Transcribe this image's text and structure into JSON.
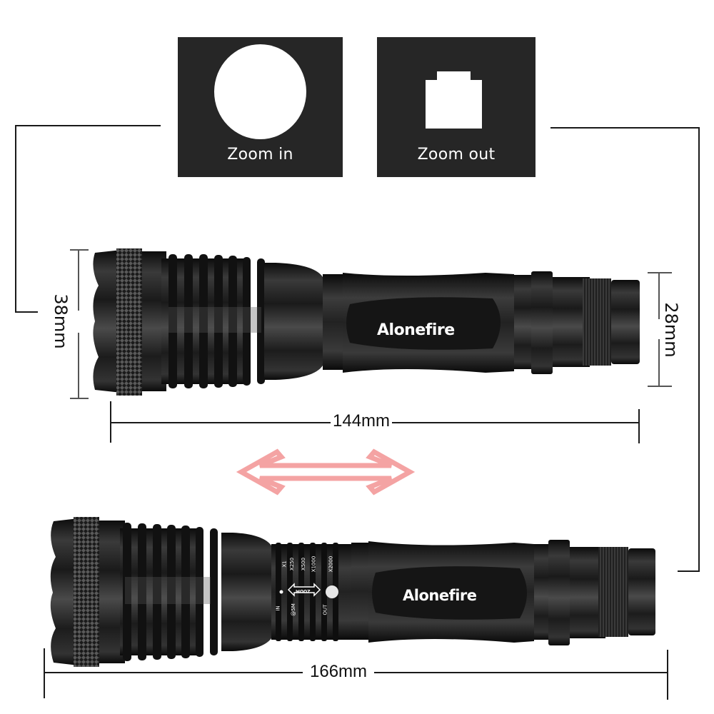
{
  "modes": [
    {
      "label": "Zoom in",
      "beam_shape": "circle-spot-icon"
    },
    {
      "label": "Zoom out",
      "beam_shape": "square-flood-icon"
    }
  ],
  "flashlight_retracted": {
    "brand": "Alonefire",
    "head_diameter": "38mm",
    "tail_diameter": "28mm",
    "length": "144mm"
  },
  "flashlight_extended": {
    "brand": "Alonefire",
    "length": "166mm",
    "zoom_scale": {
      "direction_in": "IN",
      "direction_out": "OUT",
      "ring_label": "ZOOM",
      "marks": [
        "X1",
        "X250",
        "X500",
        "X1000",
        "X2000"
      ],
      "distance": "@5M"
    }
  },
  "slide_arrow": {
    "icon": "double-arrow-icon",
    "color": "#f4a3a3"
  },
  "colors": {
    "box_bg": "#262626",
    "body_dark": "#141414",
    "body_mid": "#2e2e2e",
    "line": "#1a1a1a"
  }
}
